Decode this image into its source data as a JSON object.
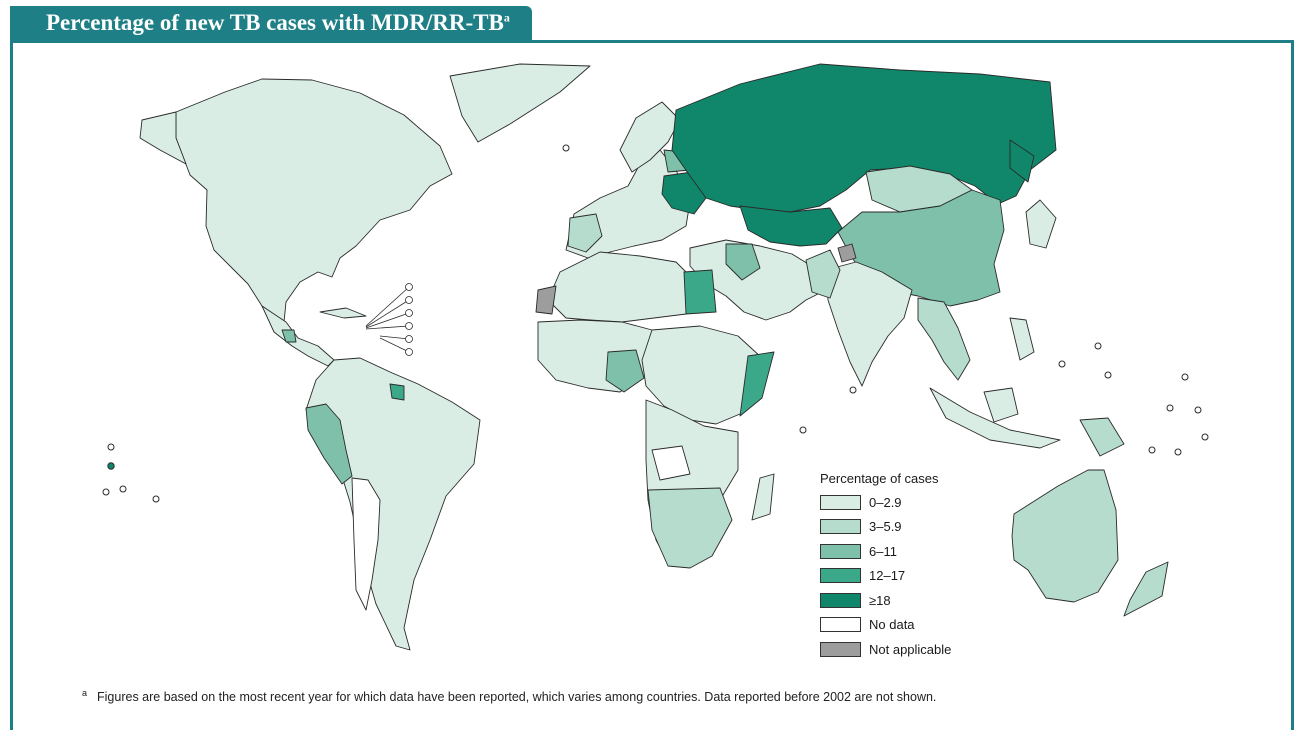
{
  "title": {
    "text": "Percentage of new TB cases with MDR/RR-TB",
    "superscript": "a"
  },
  "legend": {
    "title": "Percentage of cases",
    "items": [
      {
        "label": "0–2.9",
        "color": "#d9ede5"
      },
      {
        "label": "3–5.9",
        "color": "#b6dccd"
      },
      {
        "label": "6–11",
        "color": "#7ec0a9"
      },
      {
        "label": "12–17",
        "color": "#3ca88a"
      },
      {
        "label": "≥18",
        "color": "#10876a"
      },
      {
        "label": "No data",
        "color": "#ffffff"
      },
      {
        "label": "Not applicable",
        "color": "#9d9d9d"
      }
    ]
  },
  "footnote": {
    "marker": "a",
    "text": "Figures are based on the most recent year for which data have been reported, which varies among countries. Data reported before 2002 are not shown."
  },
  "colors": {
    "accent": "#1f7f86"
  }
}
